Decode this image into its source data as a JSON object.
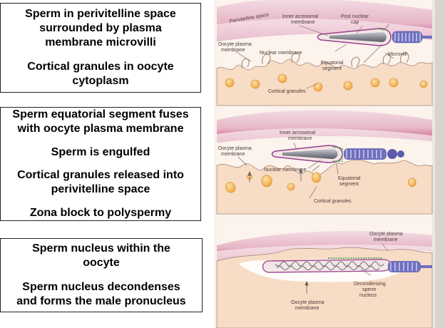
{
  "boxes": [
    {
      "lines": [
        "Sperm in perivitelline space",
        "surrounded by plasma",
        "membrane microvilli"
      ],
      "lines2": [
        "Cortical granules in oocyte",
        "cytoplasm"
      ]
    },
    {
      "lines": [
        "Sperm equatorial segment fuses",
        "with oocyte plasma membrane"
      ],
      "lines2": [
        "Sperm is engulfed"
      ],
      "lines3": [
        "Cortical granules released into",
        "perivitelline space"
      ],
      "lines4": [
        "Zona block to polyspermy"
      ]
    },
    {
      "lines": [
        "Sperm nucleus within the",
        "oocyte"
      ],
      "lines2": [
        "Sperm nucleus decondenses",
        "and forms the male pronucleus"
      ]
    }
  ],
  "labels": {
    "p1": {
      "perivitelline": "Perivitelline space",
      "inner_acro_1": "Inner acrosomal",
      "inner_acro_2": "membrane",
      "post_nuc_1": "Post nuclear",
      "post_nuc_2": "cap",
      "oocyte_pm_1": "Oocyte plasma",
      "oocyte_pm_2": "membrane",
      "nuclear_membrane": "Nuclear membrane",
      "equatorial_1": "Equatorial",
      "equatorial_2": "segment",
      "microvilli": "Microvilli",
      "cortical": "Cortical granules"
    },
    "p2": {
      "inner_acro_1": "Inner acrosomal",
      "inner_acro_2": "membrane",
      "oocyte_pm_1": "Oocyte plasma",
      "oocyte_pm_2": "membrane",
      "nuclear_membrane": "Nuclear membrane",
      "equatorial_1": "Equatorial",
      "equatorial_2": "segment",
      "cortical": "Cortical granules"
    },
    "p3": {
      "oocyte_pm_top_1": "Oocyte plasma",
      "oocyte_pm_top_2": "membrane",
      "decondensing_1": "Decondensing",
      "decondensing_2": "sperm",
      "decondensing_3": "nucleus",
      "oocyte_pm_bot_1": "Oocyte plasma",
      "oocyte_pm_bot_2": "membrane"
    }
  },
  "colors": {
    "zona": "#e7b7c7",
    "zona_dark": "#c2527f",
    "cytoplasm": "#f7dcc6",
    "granule": "#f3a742",
    "sperm_gray": "#8f8f99",
    "acrosome": "#9a3f8f",
    "equatorial": "#3e9a45"
  }
}
